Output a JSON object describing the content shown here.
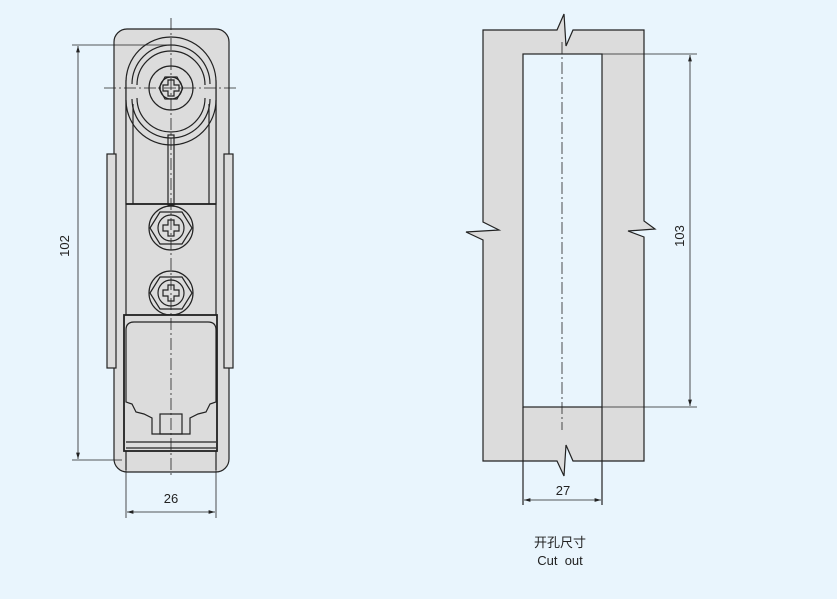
{
  "figure": {
    "latch_view": {
      "height_dimension": "102",
      "width_dimension": "26"
    },
    "cutout_view": {
      "height_dimension": "103",
      "width_dimension": "27",
      "caption_cn": "开孔尺寸",
      "caption_en": "Cut  out"
    }
  },
  "colors": {
    "background": "#e9f5fd",
    "part_fill": "#dcdcdc",
    "line": "#222222"
  }
}
